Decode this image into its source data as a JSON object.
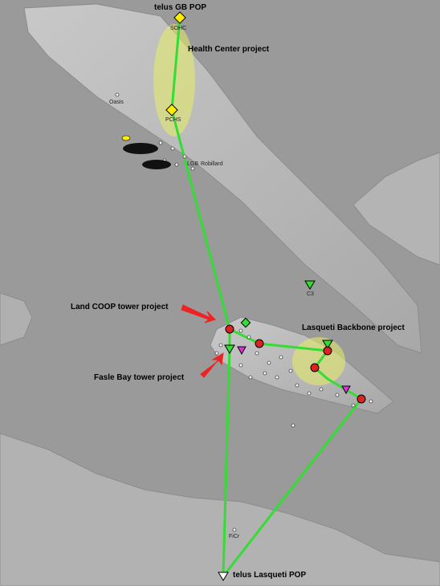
{
  "labels": {
    "telus_gb_pop": "telus GB POP",
    "health_center": "Health Center project",
    "land_coop": "Land COOP tower project",
    "fasle_bay": "Fasle Bay tower project",
    "lasqueti_backbone": "Lasqueti Backbone project",
    "telus_lasqueti_pop": "telus Lasqueti POP"
  },
  "site_codes": {
    "sohc": "SOHC",
    "pchs": "PCHS",
    "oasis": "Oasis",
    "lgb": "LGB",
    "robillard": "Robillard",
    "ficr": "FiCr",
    "c3": "C3"
  },
  "colors": {
    "water": "#9a9a9a",
    "land": "#b9b9b9",
    "link": "#33dd33",
    "highlight": "#e8ee66",
    "pop_marker": "#ffee00",
    "tower_marker": "#dd2222",
    "arrow": "#ee2222"
  }
}
